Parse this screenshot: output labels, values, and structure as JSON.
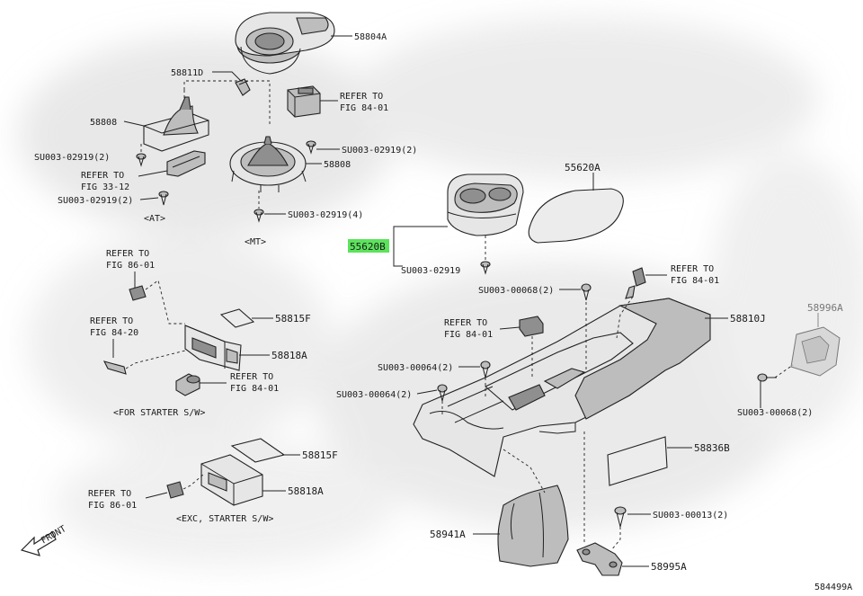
{
  "labels": {
    "p58804A": "58804A",
    "p58811D": "58811D",
    "refer_84_01_a_1": "REFER TO",
    "refer_84_01_a_2": "FIG 84-01",
    "p58808_at": "58808",
    "su_02919_2_a": "SU003-02919(2)",
    "refer_33_12_1": "REFER TO",
    "refer_33_12_2": "FIG 33-12",
    "su_02919_2_b": "SU003-02919(2)",
    "at": "<AT>",
    "su_02919_2_c": "SU003-02919(2)",
    "p58808_mt": "58808",
    "su_02919_4": "SU003-02919(4)",
    "mt": "<MT>",
    "p55620A": "55620A",
    "p55620B": "55620B",
    "su_02919": "SU003-02919",
    "refer_84_01_b_1": "REFER TO",
    "refer_84_01_b_2": "FIG 84-01",
    "su_00068_2_a": "SU003-00068(2)",
    "refer_86_01_a_1": "REFER TO",
    "refer_86_01_a_2": "FIG 86-01",
    "p58815F_a": "58815F",
    "refer_84_20_1": "REFER TO",
    "refer_84_20_2": "FIG 84-20",
    "p58818A_a": "58818A",
    "refer_84_01_c_1": "REFER TO",
    "refer_84_01_c_2": "FIG 84-01",
    "for_starter": "<FOR STARTER S/W>",
    "refer_84_01_d_1": "REFER TO",
    "refer_84_01_d_2": "FIG 84-01",
    "p58810J": "58810J",
    "su_00064_2_a": "SU003-00064(2)",
    "su_00064_2_b": "SU003-00064(2)",
    "p58996A": "58996A",
    "su_00068_2_b": "SU003-00068(2)",
    "p58815F_b": "58815F",
    "p58818A_b": "58818A",
    "refer_86_01_b_1": "REFER TO",
    "refer_86_01_b_2": "FIG 86-01",
    "exc_starter": "<EXC, STARTER S/W>",
    "p58836B": "58836B",
    "su_00013_2": "SU003-00013(2)",
    "front": "FRONT",
    "p58941A": "58941A",
    "p58995A": "58995A",
    "fig_no": "584499A"
  },
  "colors": {
    "highlight": "#5ce35c",
    "line": "#222222"
  }
}
